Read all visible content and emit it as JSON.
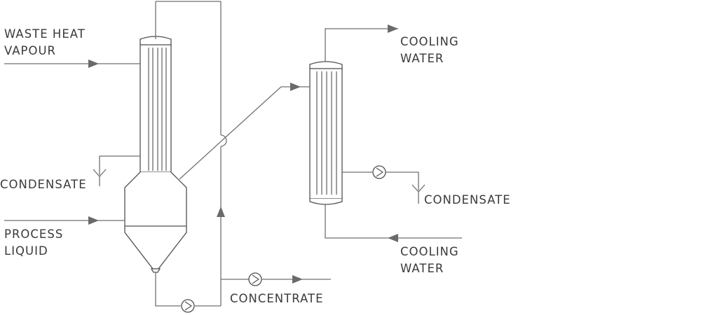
{
  "labels": {
    "waste_heat_vapour": [
      "WASTE HEAT",
      "VAPOUR"
    ],
    "condensate_left": "CONDENSATE",
    "process_liquid": [
      "PROCESS",
      "LIQUID"
    ],
    "concentrate": "CONCENTRATE",
    "cooling_water_out": [
      "COOLING",
      "WATER"
    ],
    "condensate_right": "CONDENSATE",
    "cooling_water_in": [
      "COOLING",
      "WATER"
    ]
  },
  "colors": {
    "line": "#707070",
    "equipment": "#505050",
    "text": "#3a3a3a"
  }
}
